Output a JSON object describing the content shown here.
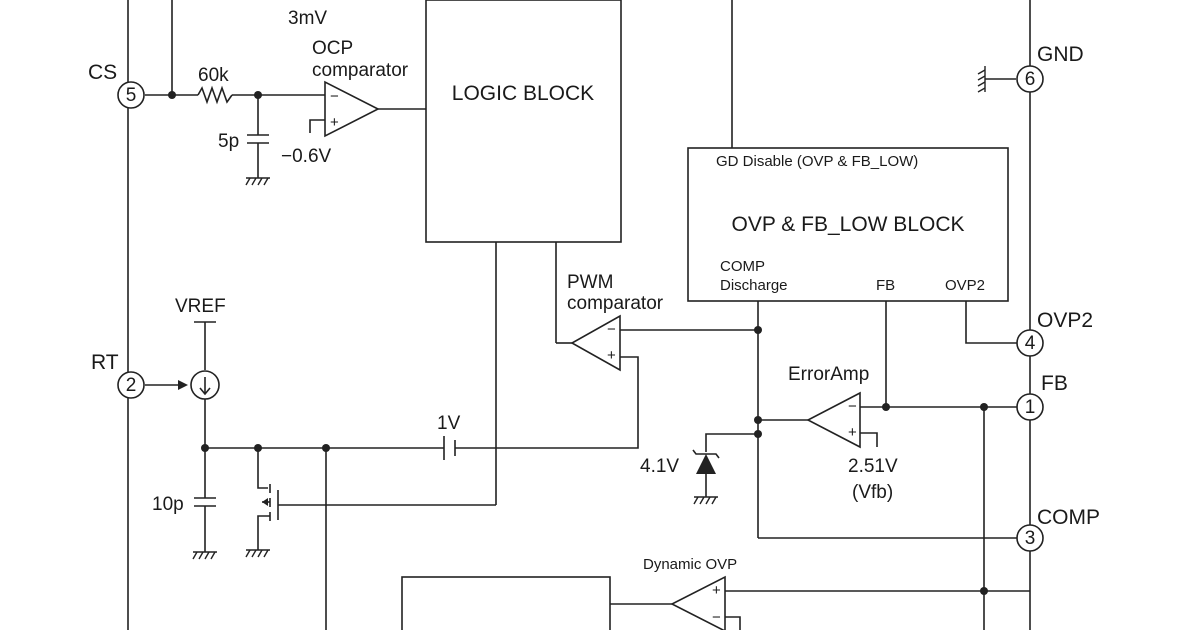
{
  "labels": {
    "top_value": "3mV",
    "ocp_line1": "OCP",
    "ocp_line2": "comparator",
    "logic_block": "LOGIC BLOCK",
    "res_60k": "60k",
    "cap_5p": "5p",
    "ocp_ref": "−0.6V",
    "gd_disable": "GD Disable (OVP & FB_LOW)",
    "ovp_block": "OVP & FB_LOW BLOCK",
    "comp_line1": "COMP",
    "comp_line2": "Discharge",
    "port_fb": "FB",
    "port_ovp2": "OVP2",
    "pwm_line1": "PWM",
    "pwm_line2": "comparator",
    "vref": "VREF",
    "error_amp": "ErrorAmp",
    "v_1v": "1V",
    "v_41": "4.1V",
    "v_251": "2.51V",
    "vfb": "(Vfb)",
    "cap_10p": "10p",
    "dynamic_ovp": "Dynamic OVP",
    "minus": "−",
    "plus": "+"
  },
  "pins": {
    "cs": {
      "name": "CS",
      "num": "5"
    },
    "rt": {
      "name": "RT",
      "num": "2"
    },
    "gnd": {
      "name": "GND",
      "num": "6"
    },
    "ovp2": {
      "name": "OVP2",
      "num": "4"
    },
    "fb": {
      "name": "FB",
      "num": "1"
    },
    "comp": {
      "name": "COMP",
      "num": "3"
    }
  }
}
